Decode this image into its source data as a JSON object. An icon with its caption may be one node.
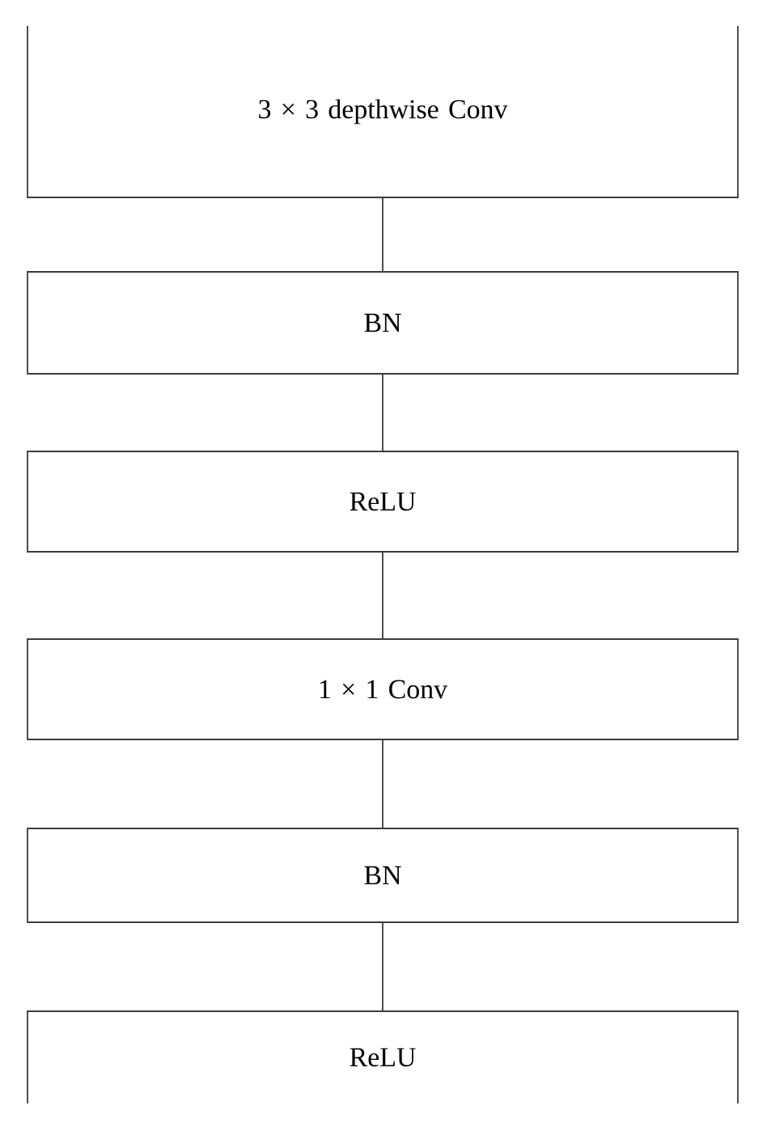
{
  "diagram": {
    "nodes": [
      {
        "text": [
          "3 × 3 depthwise Conv"
        ]
      },
      {
        "text": [
          "BN"
        ]
      },
      {
        "text": [
          "ReLU"
        ]
      },
      {
        "text": [
          "1 × 1 Conv"
        ]
      },
      {
        "text": [
          "BN"
        ]
      },
      {
        "text": [
          "ReLU"
        ]
      }
    ],
    "edges": [
      {
        "from": 0,
        "to": 1,
        "arrow": "none"
      },
      {
        "from": 1,
        "to": 2,
        "arrow": "none"
      },
      {
        "from": 2,
        "to": 3,
        "arrow": "none"
      },
      {
        "from": 3,
        "to": 4,
        "arrow": "none"
      },
      {
        "from": 4,
        "to": 5,
        "arrow": "none"
      }
    ]
  }
}
